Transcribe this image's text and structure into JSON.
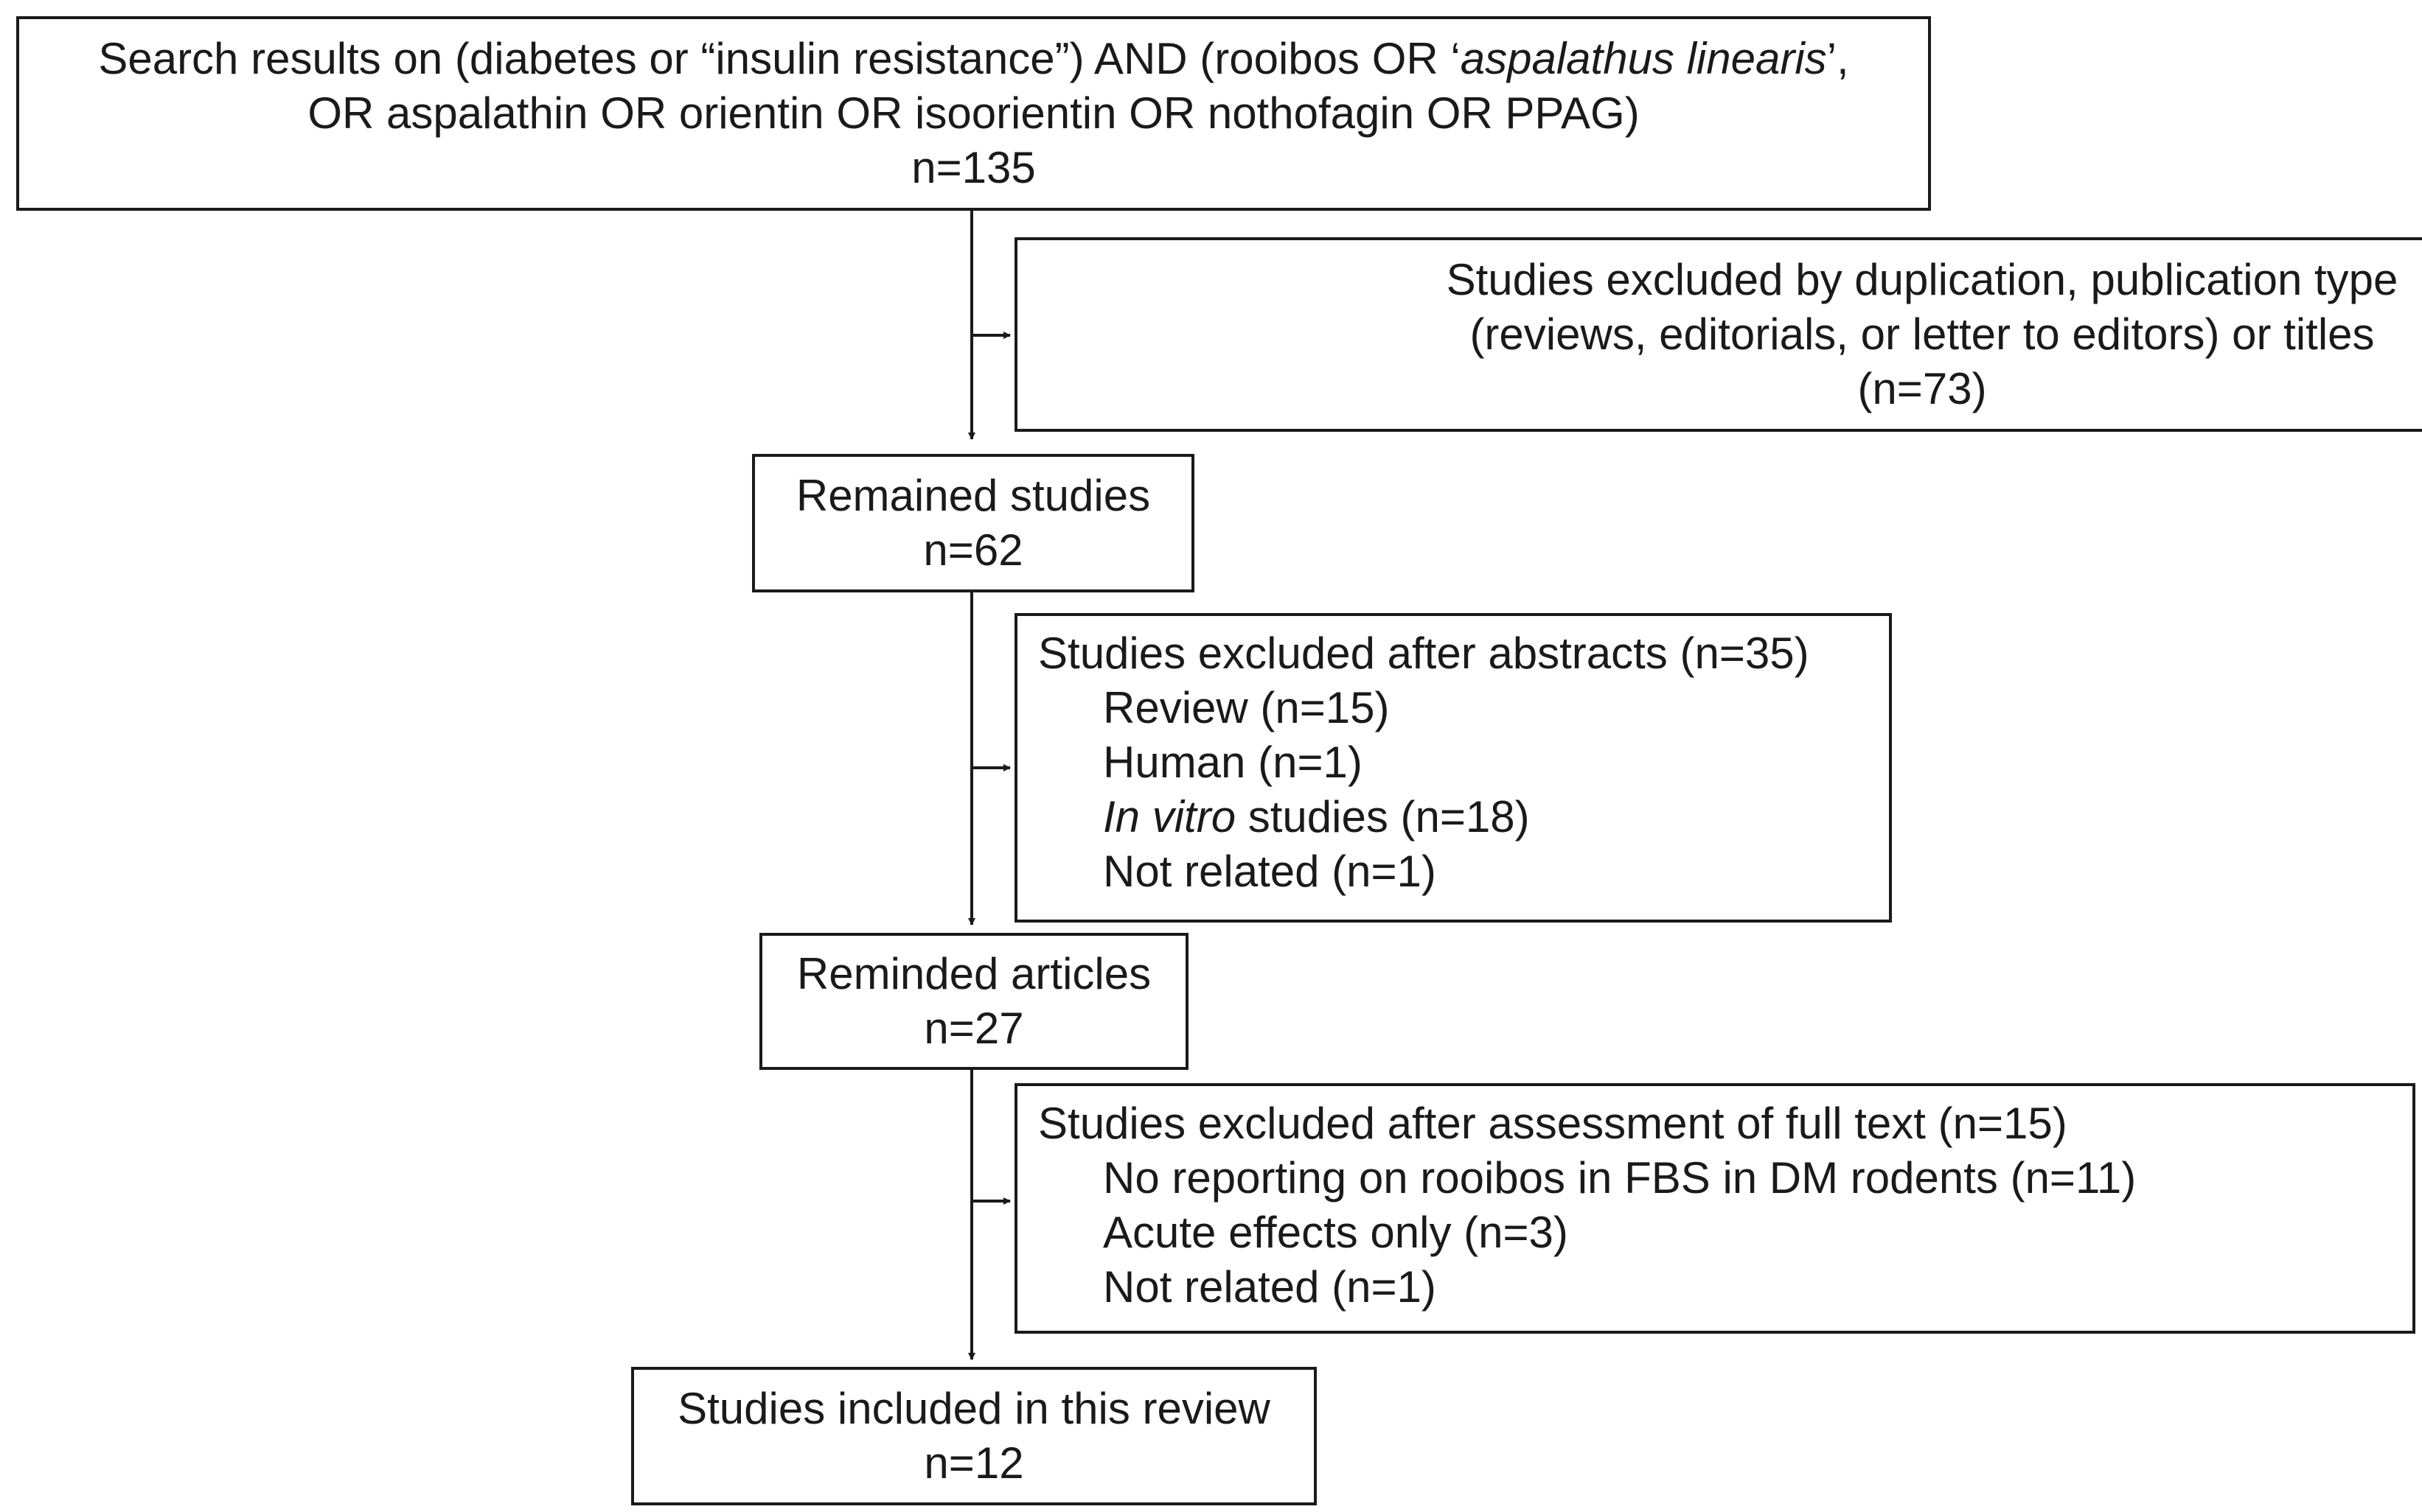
{
  "search": {
    "line1_pre": "Search results on (diabetes or “insulin resistance”) AND (rooibos OR ‘",
    "line1_italic": "aspalathus linearis",
    "line1_post": "’,",
    "line2": "OR aspalathin OR orientin OR isoorientin OR nothofagin OR PPAG)",
    "count": "n=135"
  },
  "exclude1": {
    "line1": "Studies excluded by duplication, publication type",
    "line2": "(reviews, editorials, or letter to editors) or titles",
    "count": "(n=73)"
  },
  "remained": {
    "title": "Remained studies",
    "count": "n=62"
  },
  "exclude2": {
    "title": "Studies excluded after abstracts (n=35)",
    "items": [
      {
        "italic": "",
        "text": "Review (n=15)"
      },
      {
        "italic": "",
        "text": "Human (n=1)"
      },
      {
        "italic": "In vitro",
        "text": " studies (n=18)"
      },
      {
        "italic": "",
        "text": "Not related (n=1)"
      }
    ]
  },
  "reminded": {
    "title": "Reminded articles",
    "count": "n=27"
  },
  "exclude3": {
    "title": "Studies excluded after assessment of full text (n=15)",
    "items": [
      "No reporting on rooibos in FBS in DM rodents (n=11)",
      "Acute effects only (n=3)",
      "Not related (n=1)"
    ]
  },
  "included": {
    "title": "Studies included in this review",
    "count": "n=12"
  }
}
